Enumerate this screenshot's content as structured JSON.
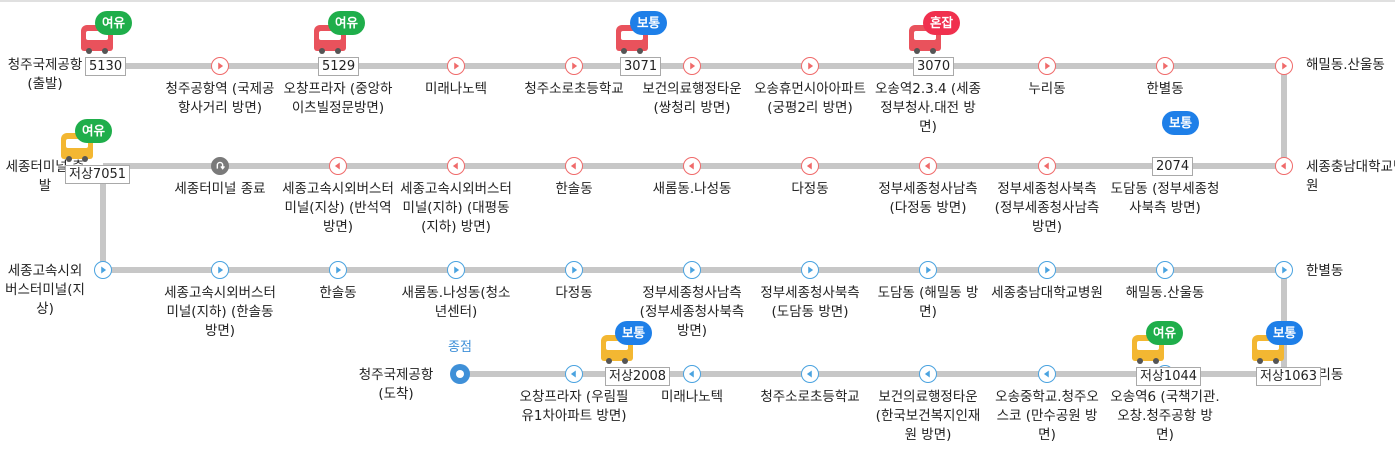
{
  "colors": {
    "line": "#c7c7c7",
    "outbound": "#f06a6a",
    "inbound": "#4aa3e0",
    "relaxed": "#1fae4b",
    "normal": "#1e7fe8",
    "crowded": "#f0304e"
  },
  "icons": {
    "outbound_arrow": "play-right-icon",
    "inbound_arrow": "play-left-icon",
    "turnaround": "u-turn-icon",
    "end_pin": "location-pin-icon",
    "bus": "bus-icon"
  },
  "end_label": "종점",
  "stops": [
    {
      "name": "청주국제공항 (출발)",
      "dir": "out"
    },
    {
      "name": "청주공항역 (국제공항사거리 방면)",
      "dir": "out"
    },
    {
      "name": "오창프라자 (중앙하이츠빌정문방면)",
      "dir": "out"
    },
    {
      "name": "미래나노텍",
      "dir": "out"
    },
    {
      "name": "청주소로초등학교",
      "dir": "out"
    },
    {
      "name": "보건의료행정타운 (쌍청리 방면)",
      "dir": "out"
    },
    {
      "name": "오송휴먼시아아파트 (궁평2리 방면)",
      "dir": "out"
    },
    {
      "name": "오송역2.3.4 (세종정부청사.대전 방면)",
      "dir": "out"
    },
    {
      "name": "누리동",
      "dir": "out"
    },
    {
      "name": "한별동",
      "dir": "out"
    },
    {
      "name": "해밀동.산울동",
      "dir": "out"
    },
    {
      "name": "세종충남대학교병원",
      "dir": "out"
    },
    {
      "name": "도담동 (정부세종청사북측 방면)",
      "dir": "out"
    },
    {
      "name": "정부세종청사북측 (정부세종청사남측 방면)",
      "dir": "out"
    },
    {
      "name": "정부세종청사남측 (다정동 방면)",
      "dir": "out"
    },
    {
      "name": "다정동",
      "dir": "out"
    },
    {
      "name": "새롬동.나성동",
      "dir": "out"
    },
    {
      "name": "한솔동",
      "dir": "out"
    },
    {
      "name": "세종고속시외버스터미널(지하) (대평동(지하) 방면)",
      "dir": "out"
    },
    {
      "name": "세종고속시외버스터미널(지상) (반석역 방면)",
      "dir": "out"
    },
    {
      "name": "세종터미널 종료",
      "dir": "turn"
    },
    {
      "name": "세종터미널 출발",
      "dir": "in"
    },
    {
      "name": "세종고속시외버스터미널(지상)",
      "dir": "in"
    },
    {
      "name": "세종고속시외버스터미널(지하) (한솔동 방면)",
      "dir": "in"
    },
    {
      "name": "한솔동",
      "dir": "in"
    },
    {
      "name": "새롬동.나성동(청소년센터)",
      "dir": "in"
    },
    {
      "name": "다정동",
      "dir": "in"
    },
    {
      "name": "정부세종청사남측 (정부세종청사북측 방면)",
      "dir": "in"
    },
    {
      "name": "정부세종청사북측 (도담동 방면)",
      "dir": "in"
    },
    {
      "name": "도담동 (해밀동 방면)",
      "dir": "in"
    },
    {
      "name": "세종충남대학교병원",
      "dir": "in"
    },
    {
      "name": "해밀동.산울동",
      "dir": "in"
    },
    {
      "name": "한별동",
      "dir": "in"
    },
    {
      "name": "누리동",
      "dir": "in"
    },
    {
      "name": "오송역6 (국책기관.오창.청주공항 방면)",
      "dir": "in"
    },
    {
      "name": "오송중학교.청주오스코 (만수공원 방면)",
      "dir": "in"
    },
    {
      "name": "보건의료행정타운 (한국보건복지인재원 방면)",
      "dir": "in"
    },
    {
      "name": "청주소로초등학교",
      "dir": "in"
    },
    {
      "name": "미래나노텍",
      "dir": "in"
    },
    {
      "name": "오창프라자 (우림필유1차아파트 방면)",
      "dir": "in"
    },
    {
      "name": "청주국제공항 (도착)",
      "dir": "end"
    }
  ],
  "buses": [
    {
      "plate": "5130",
      "status": "여유",
      "level": "relaxed",
      "type": "red"
    },
    {
      "plate": "5129",
      "status": "여유",
      "level": "relaxed",
      "type": "red"
    },
    {
      "plate": "3071",
      "status": "보통",
      "level": "normal",
      "type": "red"
    },
    {
      "plate": "3070",
      "status": "혼잡",
      "level": "crowded",
      "type": "red"
    },
    {
      "plate": "2074",
      "status": "보통",
      "level": "normal",
      "type": "none"
    },
    {
      "plate": "저상7051",
      "status": "여유",
      "level": "relaxed",
      "type": "yellow"
    },
    {
      "plate": "저상2008",
      "status": "보통",
      "level": "normal",
      "type": "yellow"
    },
    {
      "plate": "저상1044",
      "status": "여유",
      "level": "relaxed",
      "type": "yellow"
    },
    {
      "plate": "저상1063",
      "status": "보통",
      "level": "normal",
      "type": "yellow"
    }
  ]
}
